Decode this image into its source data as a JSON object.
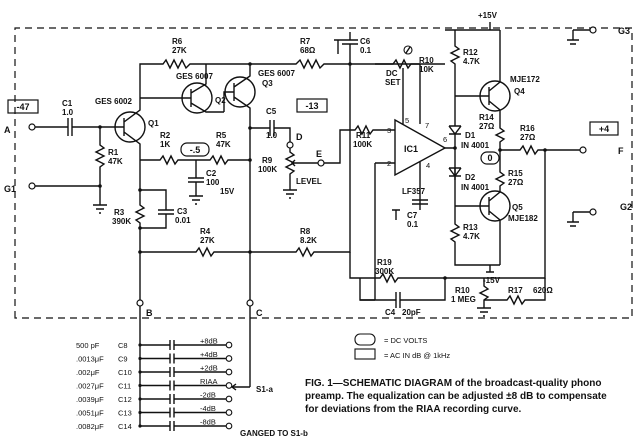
{
  "caption": {
    "line1": "FIG. 1—SCHEMATIC DIAGRAM of the broadcast-quality phono",
    "line2": "preamp. The equalization can be adjusted ±8 dB to compensate",
    "line3": "for deviations from the RIAA recording curve."
  },
  "legend": {
    "dc_volts": "= DC VOLTS",
    "ac_in_db": "= AC IN dB @ 1kHz"
  },
  "terminals": {
    "a": "A",
    "g1": "G1",
    "b": "B",
    "c": "C",
    "d": "D",
    "e": "E",
    "f": "F",
    "g2": "G2",
    "g3": "G3"
  },
  "readings": {
    "ac_input": "-47",
    "ac_d": "-13",
    "ac_output": "+4",
    "dc_q1": "-.5",
    "dc_output": "0"
  },
  "supplies": {
    "pos": "+15V",
    "neg": "-15V"
  },
  "transistors": {
    "q1": {
      "ref": "Q1",
      "part": "GES 6002"
    },
    "q2": {
      "ref": "Q2",
      "part": "GES 6007"
    },
    "q3": {
      "ref": "Q3",
      "part": "GES 6007"
    },
    "q4": {
      "ref": "Q4",
      "part": "MJE172"
    },
    "q5": {
      "ref": "Q5",
      "part": "MJE182"
    }
  },
  "ic": {
    "ref": "IC1",
    "part": "LF357",
    "pin2": "2",
    "pin3": "3",
    "pin4": "4",
    "pin5": "5",
    "pin6": "6",
    "pin7": "7"
  },
  "resistors": {
    "r1": [
      "R1",
      "47K"
    ],
    "r2": [
      "R2",
      "1K"
    ],
    "r3": [
      "R3",
      "390K"
    ],
    "r4": [
      "R4",
      "27K"
    ],
    "r5": [
      "R5",
      "47K"
    ],
    "r6": [
      "R6",
      "27K"
    ],
    "r7": [
      "R7",
      "68Ω"
    ],
    "r8": [
      "R8",
      "8.2K"
    ],
    "r9": [
      "R9",
      "100K"
    ],
    "r10": [
      "R10",
      "10K"
    ],
    "r11": [
      "R11",
      "100K"
    ],
    "r12": [
      "R12",
      "4.7K"
    ],
    "r13": [
      "R13",
      "4.7K"
    ],
    "r14": [
      "R14",
      "27Ω"
    ],
    "r15": [
      "R15",
      "27Ω"
    ],
    "r16": [
      "R16",
      "27Ω"
    ],
    "r17": [
      "R17",
      "620Ω"
    ],
    "r19": [
      "R19",
      "300K"
    ],
    "r10b": [
      "R10",
      "1 MEG"
    ]
  },
  "capacitors": {
    "c1": [
      "C1",
      "1.0"
    ],
    "c2": [
      "C2",
      "100",
      "15V"
    ],
    "c3": [
      "C3",
      "0.01"
    ],
    "c4": [
      "C4",
      "20pF"
    ],
    "c5": [
      "C5",
      "1.0"
    ],
    "c6": [
      "C6",
      "0.1"
    ],
    "c7": [
      "C7",
      "0.1"
    ]
  },
  "diodes": {
    "d1": [
      "D1",
      "IN 4001"
    ],
    "d2": [
      "D2",
      "IN 4001"
    ]
  },
  "control_labels": {
    "dc_set_1": "DC",
    "dc_set_2": "SET",
    "level": "LEVEL"
  },
  "switch_bank": {
    "rows": [
      {
        "value": "500 pF",
        "cap": "C8",
        "setting": "+8dB"
      },
      {
        "value": ".0013μF",
        "cap": "C9",
        "setting": "+4dB"
      },
      {
        "value": ".002μF",
        "cap": "C10",
        "setting": "+2dB"
      },
      {
        "value": ".0027μF",
        "cap": "C11",
        "setting": "RIAA"
      },
      {
        "value": ".0039μF",
        "cap": "C12",
        "setting": "-2dB"
      },
      {
        "value": ".0051μF",
        "cap": "C13",
        "setting": "-4dB"
      },
      {
        "value": ".0082μF",
        "cap": "C14",
        "setting": "-8dB"
      }
    ],
    "switch_ref": "S1-a",
    "ganged": "GANGED TO S1-b"
  }
}
